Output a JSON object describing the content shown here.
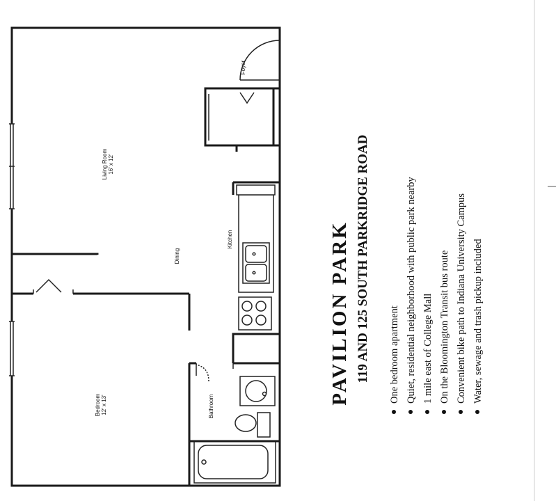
{
  "title": "PAVILION PARK",
  "subtitle": "119 AND 125 SOUTH PARKRIDGE ROAD",
  "rooms": {
    "living": {
      "name": "Living Room",
      "size": "16' x 12'"
    },
    "bedroom": {
      "name": "Bedroom",
      "size": "12' x 13'"
    },
    "dining": "Dining",
    "kitchen": "Kitchen",
    "bathroom": "Bathroom",
    "foyer": "Foyer"
  },
  "features": [
    "One bedroom apartment",
    "Quiet, residential neighborhood with public park nearby",
    "1 mile east of College Mall",
    "On the Bloomington Transit bus route",
    "Convenient bike path to Indiana University Campus",
    "Water, sewage and trash pickup included"
  ],
  "colors": {
    "ink": "#1a1a1a",
    "paper": "#ffffff"
  }
}
